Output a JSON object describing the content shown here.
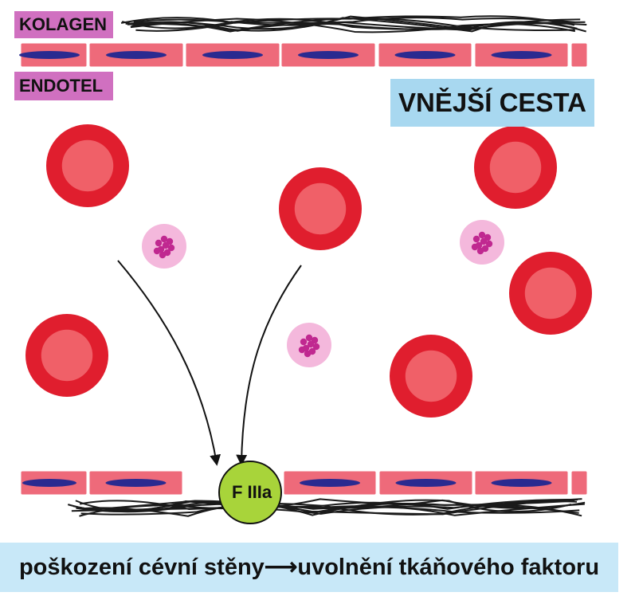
{
  "labels": {
    "kolagen": "KOLAGEN",
    "endotel": "ENDOTEL",
    "title": "VNĚJŠÍ CESTA",
    "factor": "F IIIa",
    "bottom_text": "poškození cévní stěny⟶uvolnění tkáňového faktoru"
  },
  "colors": {
    "label_bg": "#d070c0",
    "title_bg": "#a8d8f0",
    "bottom_bg": "#c8e8f8",
    "endothelial_cell": "#ee6a7a",
    "nucleus": "#2a2a90",
    "rbc_outer": "#e01e2e",
    "rbc_inner": "#f06068",
    "platelet_outer": "#f4b8dc",
    "platelet_granule": "#c02890",
    "factor_circle": "#a8d43a",
    "collagen_fiber": "#1a1a1a",
    "arrow": "#111111"
  },
  "icons": [
    "red-blood-cell-icon",
    "platelet-icon",
    "endothelial-cell-icon",
    "collagen-fiber-icon",
    "arrow-icon"
  ]
}
